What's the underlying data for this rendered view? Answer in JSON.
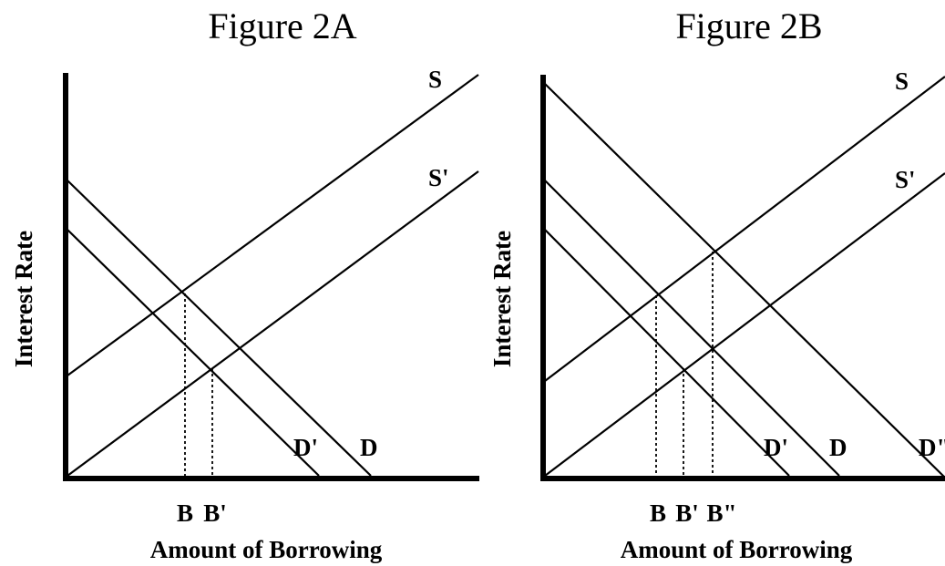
{
  "figures": [
    {
      "title": "Figure 2A",
      "xlabel": "Amount of Borrowing",
      "ylabel": "Interest Rate",
      "curves": {
        "supply": "S",
        "supply_shifted": "S'",
        "demand": "D",
        "demand_shifted": "D'"
      },
      "ticks": [
        "B",
        "B'"
      ]
    },
    {
      "title": "Figure 2B",
      "xlabel": "Amount of Borrowing",
      "ylabel": "Interest Rate",
      "curves": {
        "supply": "S",
        "supply_shifted": "S'",
        "demand": "D",
        "demand_shifted": "D'",
        "demand_shifted_2": "D\""
      },
      "ticks": [
        "B",
        "B'",
        "B\""
      ]
    }
  ]
}
